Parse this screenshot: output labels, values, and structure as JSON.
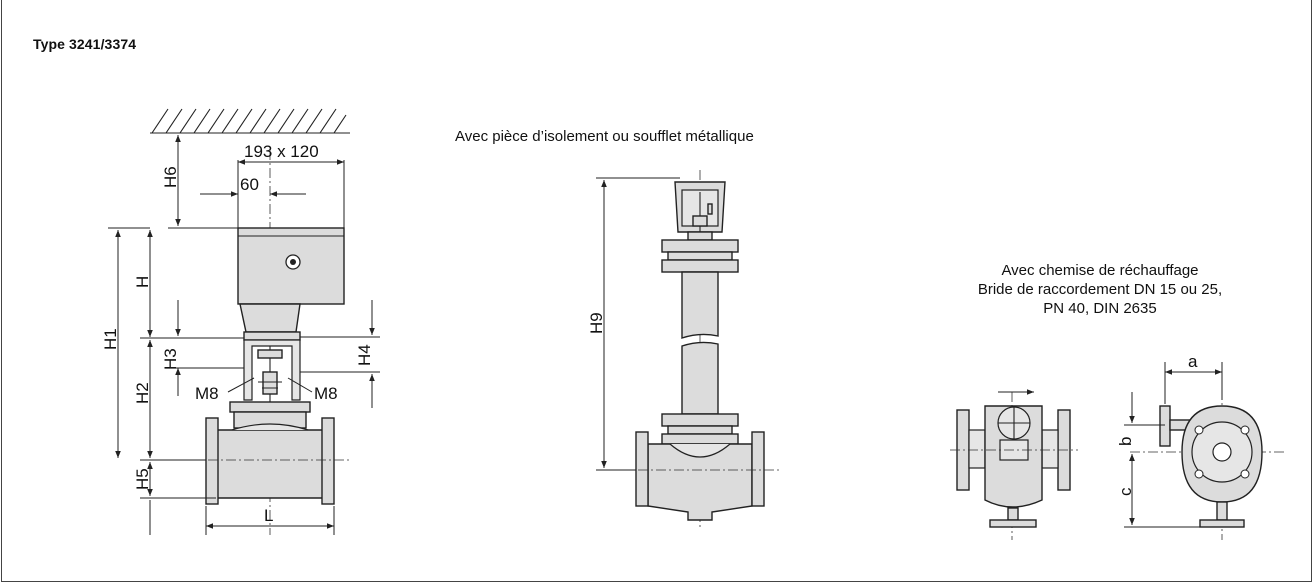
{
  "title": "Type 3241/3374",
  "captions": {
    "bellows": "Avec pièce d’isolement ou soufflet métallique",
    "jacket_line1": "Avec chemise de réchauffage",
    "jacket_line2": "Bride de raccordement DN 15 ou 25,",
    "jacket_line3": "PN 40, DIN 2635"
  },
  "dimensions": {
    "width_x_depth": "193 x 120",
    "offset": "60",
    "h": "H",
    "h1": "H1",
    "h2": "H2",
    "h3": "H3",
    "h4": "H4",
    "h5": "H5",
    "h6": "H6",
    "h9": "H9",
    "l": "L",
    "m8_left": "M8",
    "m8_right": "M8",
    "a": "a",
    "b": "b",
    "c": "c"
  }
}
